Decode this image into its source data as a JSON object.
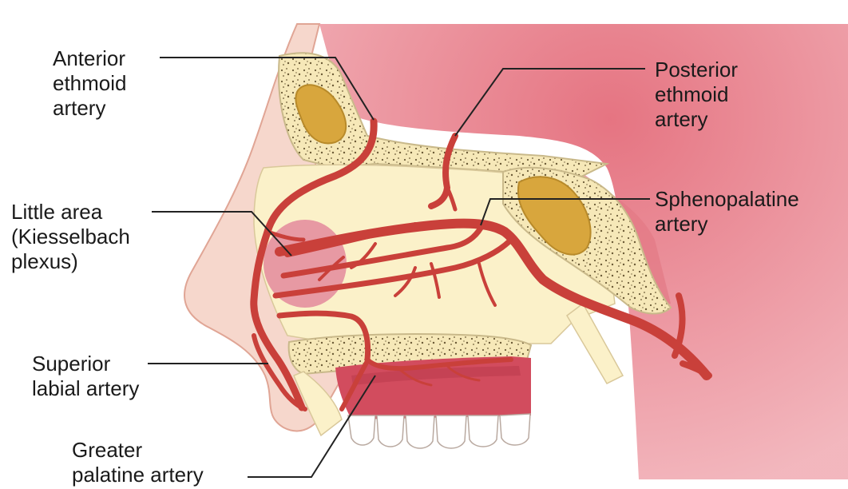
{
  "labels": {
    "anterior_ethmoid": [
      "Anterior",
      "ethmoid",
      "artery"
    ],
    "posterior_ethmoid": [
      "Posterior",
      "ethmoid",
      "artery"
    ],
    "little_area": [
      "Little area",
      "(Kiesselbach",
      "plexus)"
    ],
    "sphenopalatine": [
      "Sphenopalatine",
      "artery"
    ],
    "superior_labial": [
      "Superior",
      "labial artery"
    ],
    "greater_palatine": [
      "Greater",
      "palatine artery"
    ]
  },
  "colors": {
    "skin": "#f6d7cc",
    "skin_edge": "#e0a595",
    "brain": "#dc6f7c",
    "brain_light": "#efa8b0",
    "bone": "#fbf1c9",
    "bone_edge": "#c9b98a",
    "sinus": "#d8a63d",
    "artery": "#c9403a",
    "artery_dark": "#a8302c",
    "gum": "#d24c5e",
    "plexus": "#e38a9c",
    "leader": "#222222"
  }
}
